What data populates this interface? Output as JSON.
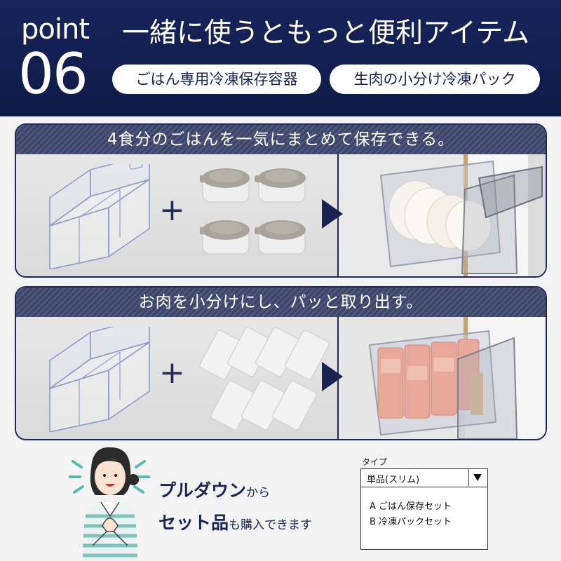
{
  "header": {
    "point_word": "point",
    "point_number": "06",
    "title": "一緒に使うともっと便利アイテム",
    "tags": [
      "ごはん専用冷凍保存容器",
      "生肉の小分け冷凍パック"
    ]
  },
  "panels": [
    {
      "heading": "4食分のごはんを一気にまとめて保存できる。",
      "plus": "+"
    },
    {
      "heading": "お肉を小分けにし、パッと取り出す。",
      "plus": "+"
    }
  ],
  "callout": {
    "line1_bold": "プルダウン",
    "line1_small": "から",
    "line2_bold": "セット品",
    "line2_small": "も購入できます"
  },
  "dropdown": {
    "label": "タイプ",
    "selected": "単品(スリム)",
    "options": [
      "A ごはん保存セット",
      "B 冷凍パックセット"
    ]
  },
  "colors": {
    "navy": "#16245a",
    "panel_border": "#1e2a58",
    "lid_gray": "#a8a49c",
    "meat_pink": "#e8a89a"
  }
}
